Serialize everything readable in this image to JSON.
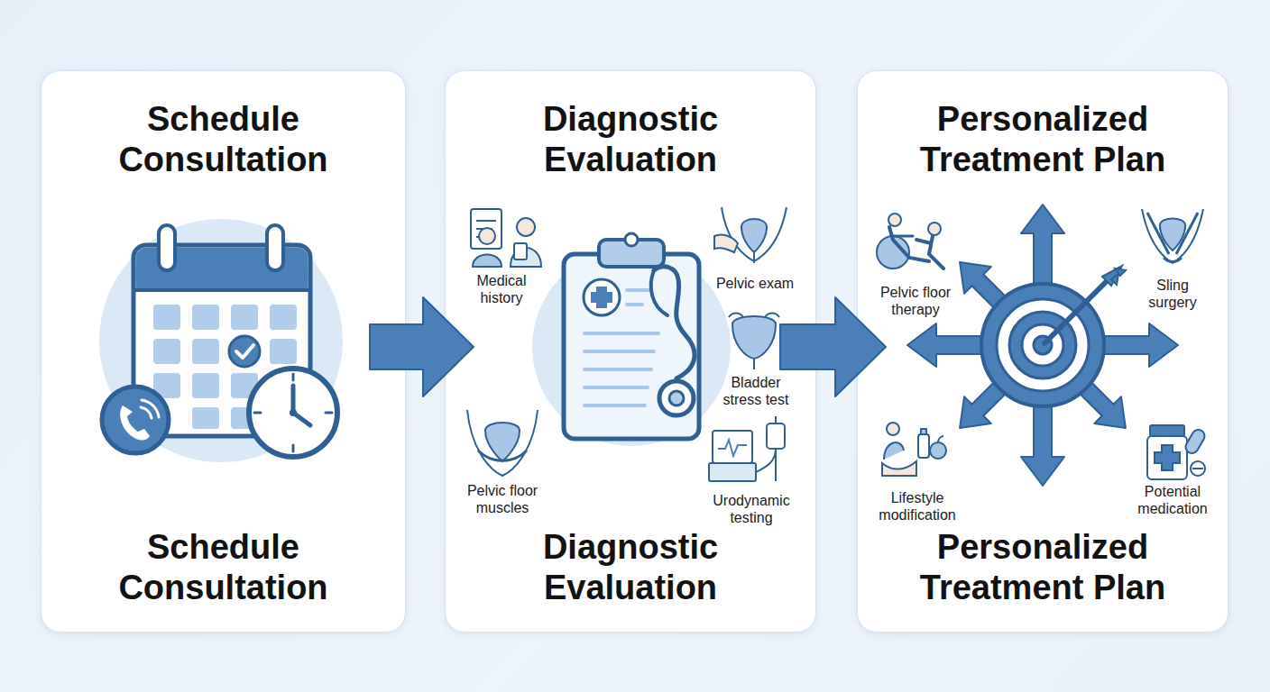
{
  "diagram": {
    "nodes": [
      {
        "text": [
          "Schedule Consultation",
          "Schedule Consultation"
        ]
      },
      {
        "text": [
          "Diagnostic Evaluation",
          "Diagnostic Evaluation"
        ]
      },
      {
        "text": [
          "Personalized Treatment Plan",
          "Personalized Treatment Plan"
        ]
      }
    ],
    "edges": [
      {
        "from": 0,
        "to": 1,
        "arrow": "to"
      },
      {
        "from": 1,
        "to": 2,
        "arrow": "to"
      }
    ],
    "labels": [
      "Medical history",
      "Pelvic exam",
      "Bladder stress test",
      "Pelvic floor muscles",
      "Urodynamic testing",
      "Pelvic floor therapy",
      "Sling surgery",
      "Lifestyle modification",
      "Potential medication"
    ]
  }
}
